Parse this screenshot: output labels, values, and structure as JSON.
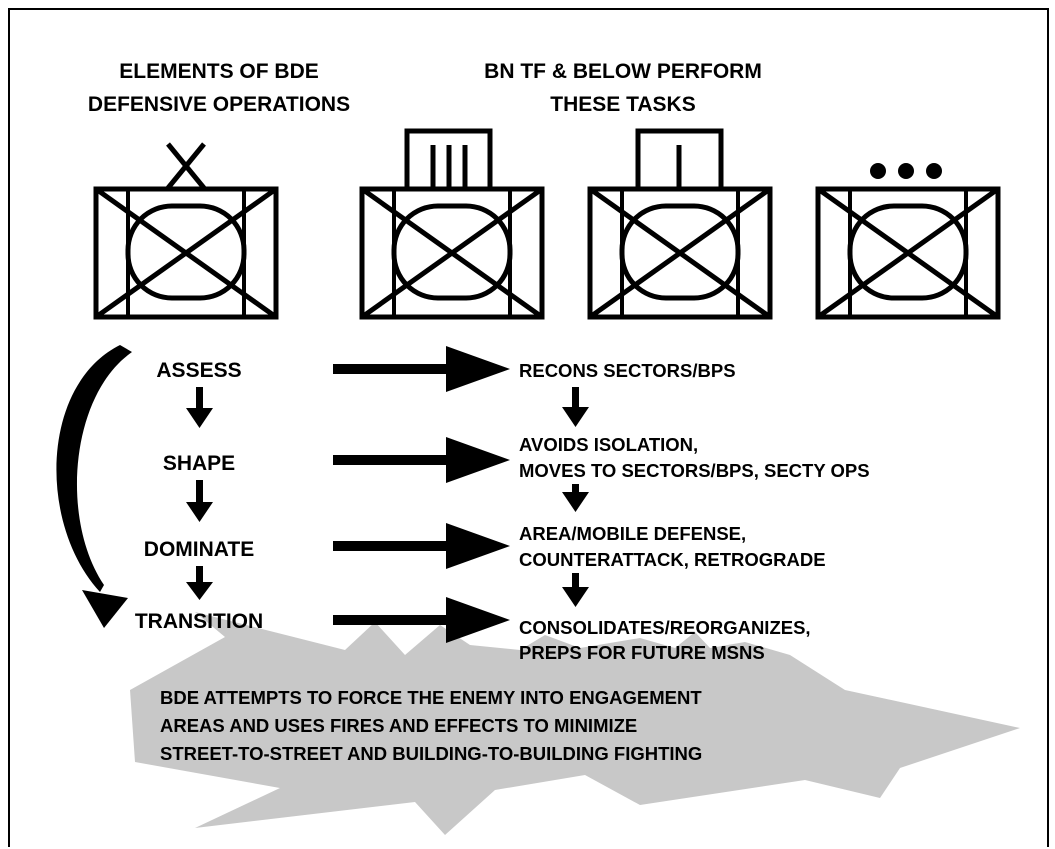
{
  "headings": {
    "left_line1": "ELEMENTS OF BDE",
    "left_line2": "DEFENSIVE OPERATIONS",
    "right_line1": "BN TF & BELOW PERFORM",
    "right_line2": "THESE TASKS"
  },
  "unit_symbols": {
    "brigade_echelon": "X",
    "battalion_echelon": "III",
    "company_echelon": "I",
    "platoon_echelon": "•••",
    "symbol_icon": "mechanized-infantry-unit-icon"
  },
  "phases": [
    "ASSESS",
    "SHAPE",
    "DOMINATE",
    "TRANSITION"
  ],
  "tasks": {
    "recon_line1": "RECONS SECTORS/BPS",
    "avoid_line1": "AVOIDS ISOLATION,",
    "avoid_line2": "MOVES TO SECTORS/BPS, SECTY OPS",
    "defense_line1": "AREA/MOBILE DEFENSE,",
    "defense_line2": "COUNTERATTACK, RETROGRADE",
    "consolidate_line1": "CONSOLIDATES/REORGANIZES,",
    "consolidate_line2": "PREPS FOR FUTURE MSNS"
  },
  "note": {
    "line1": "BDE ATTEMPTS TO FORCE THE ENEMY INTO ENGAGEMENT",
    "line2": "AREAS AND USES FIRES AND EFFECTS TO MINIMIZE",
    "line3": "STREET-TO-STREET AND BUILDING-TO-BUILDING FIGHTING"
  },
  "colors": {
    "ink": "#000000",
    "burst_fill": "#c8c8c8",
    "background": "#ffffff"
  }
}
